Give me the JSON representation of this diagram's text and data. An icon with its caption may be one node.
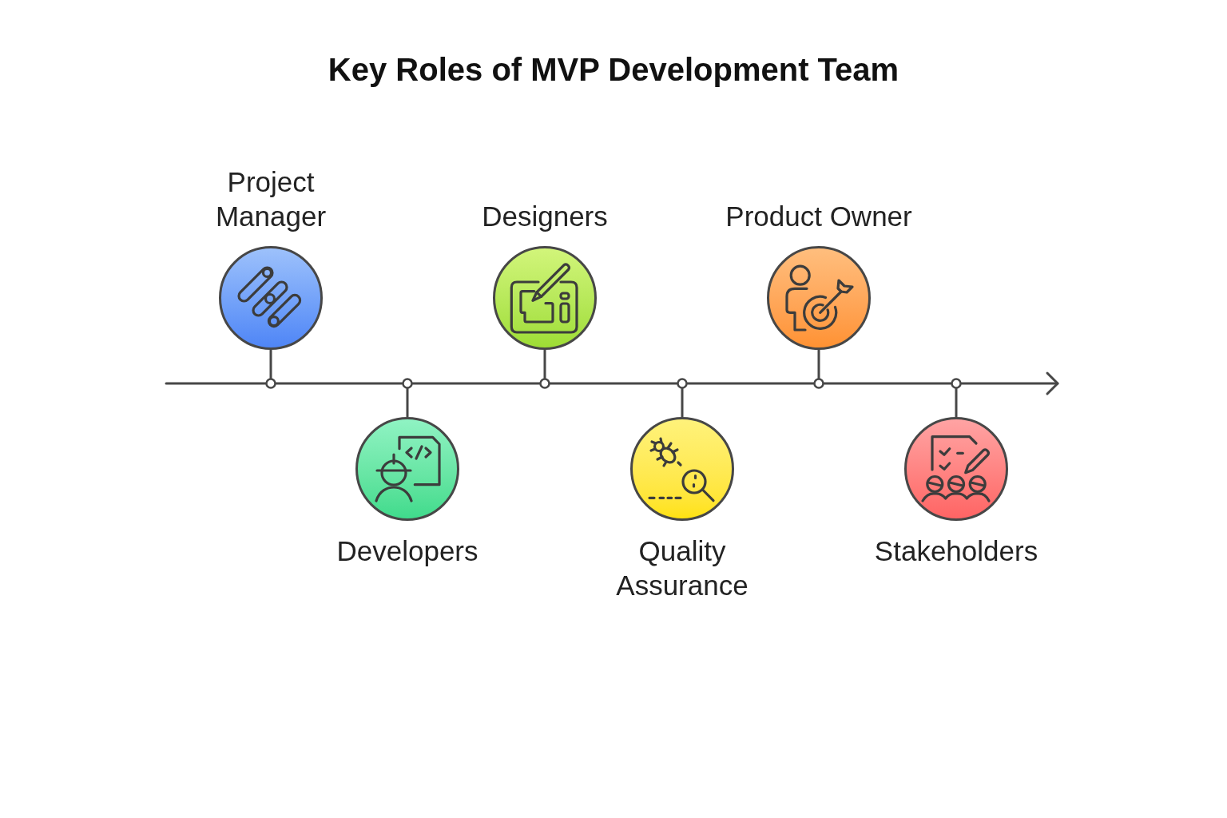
{
  "diagram": {
    "title": "Key Roles of MVP Development Team",
    "nodes": [
      {
        "text": [
          "Project Manager"
        ]
      },
      {
        "text": [
          "Developers"
        ]
      },
      {
        "text": [
          "Designers"
        ]
      },
      {
        "text": [
          "Quality Assurance"
        ]
      },
      {
        "text": [
          "Product Owner"
        ]
      },
      {
        "text": [
          "Stakeholders"
        ]
      }
    ],
    "edges": [
      {
        "from": null,
        "to": 0,
        "arrow": "other"
      },
      {
        "from": null,
        "to": 1,
        "arrow": "other"
      },
      {
        "from": null,
        "to": 2,
        "arrow": "other"
      },
      {
        "from": null,
        "to": 3,
        "arrow": "other"
      },
      {
        "from": null,
        "to": 4,
        "arrow": "other"
      },
      {
        "from": null,
        "to": 5,
        "arrow": "other"
      }
    ]
  }
}
